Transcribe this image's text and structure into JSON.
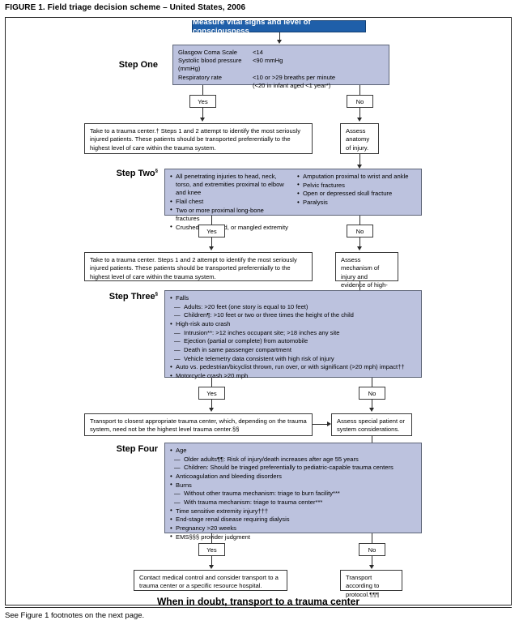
{
  "figure": {
    "title": "FIGURE 1. Field triage decision scheme – United States, 2006",
    "footer_note": "See Figure 1 footnotes on the next page.",
    "closing_statement": "When in doubt, transport to a trauma center"
  },
  "colors": {
    "banner_bg": "#1f5fa9",
    "banner_text": "#ffffff",
    "criteria_bg": "#bcc2de",
    "criteria_border": "#5d6477",
    "box_border": "#3a3a3a",
    "frame_border": "#2a2a2a"
  },
  "banner": {
    "label": "Measure vital signs and level of consciousness"
  },
  "labels": {
    "yes": "Yes",
    "no": "No"
  },
  "steps": [
    {
      "id": "step-one",
      "label": "Step One",
      "rows": [
        {
          "key": "Glasgow Coma Scale",
          "value": "<14"
        },
        {
          "key": "Systolic blood pressure (mmHg)",
          "value": "<90 mmHg"
        },
        {
          "key": "Respiratory rate",
          "value": "<10 or >29 breaths per minute"
        },
        {
          "key": "",
          "value": "(<20 in infant aged <1 year*)"
        }
      ],
      "yes_outcome": "Take to a trauma center.† Steps 1 and 2 attempt to identify the most seriously injured patients. These patients should be transported preferentially to the highest level of care within the trauma system.",
      "no_outcome": "Assess anatomy of injury."
    },
    {
      "id": "step-two",
      "label": "Step Two",
      "label_sup": "§",
      "criteria_left": [
        "All penetrating injuries to head, neck, torso, and extremities proximal to elbow and knee",
        "Flail chest",
        "Two or more proximal long-bone fractures",
        "Crushed, degloved, or mangled extremity"
      ],
      "criteria_right": [
        "Amputation proximal to wrist and ankle",
        "Pelvic fractures",
        "Open or depressed skull fracture",
        "Paralysis"
      ],
      "yes_outcome": "Take to a trauma center. Steps 1 and 2 attempt to identify the most seriously injured patients. These patients should be transported preferentially to the highest level of care within the trauma system.",
      "no_outcome": "Assess mechanism of injury and evidence of high-energy impact."
    },
    {
      "id": "step-three",
      "label": "Step Three",
      "label_sup": "§",
      "criteria": [
        {
          "text": "Falls",
          "subs": [
            "Adults: >20 feet (one story is equal to 10 feet)",
            "Children¶: >10 feet or two or three times the height of the child"
          ]
        },
        {
          "text": "High-risk auto crash",
          "subs": [
            "Intrusion**: >12 inches occupant site; >18 inches any site",
            "Ejection (partial or complete) from automobile",
            "Death in same passenger compartment",
            "Vehicle telemetry data consistent with high risk of injury"
          ]
        },
        {
          "text": "Auto vs. pedestrian/bicyclist thrown, run over, or with significant (>20 mph) impact††",
          "subs": []
        },
        {
          "text": "Motorcycle crash >20 mph",
          "subs": []
        }
      ],
      "yes_outcome": "Transport to closest appropriate trauma center, which, depending on the trauma system, need not be the highest level trauma center.§§",
      "no_outcome": "Assess special patient or system considerations."
    },
    {
      "id": "step-four",
      "label": "Step Four",
      "criteria": [
        {
          "text": "Age",
          "subs": [
            "Older adults¶¶: Risk of injury/death increases after age 55 years",
            "Children: Should be triaged preferentially to pediatric-capable trauma centers"
          ]
        },
        {
          "text": "Anticoagulation and bleeding disorders",
          "subs": []
        },
        {
          "text": "Burns",
          "subs": [
            "Without other trauma mechanism: triage to burn facility***",
            "With trauma mechanism: triage to trauma center***"
          ]
        },
        {
          "text": "Time sensitive extremity injury†††",
          "subs": []
        },
        {
          "text": "End-stage renal disease requiring dialysis",
          "subs": []
        },
        {
          "text": "Pregnancy >20 weeks",
          "subs": []
        },
        {
          "text": "EMS§§§ provider judgment",
          "subs": []
        }
      ],
      "yes_outcome": "Contact medical control and consider transport to a trauma center or a specific resource hospital.",
      "no_outcome": "Transport according to protocol.¶¶¶"
    }
  ]
}
